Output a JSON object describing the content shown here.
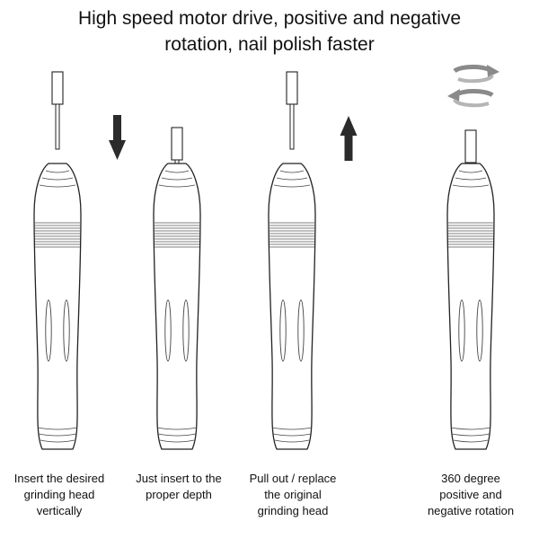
{
  "headline": {
    "line1": "High speed motor drive, positive and negative",
    "line2": "rotation, nail polish faster"
  },
  "steps": [
    {
      "caption": [
        "Insert the desired",
        "grinding head",
        "vertically"
      ],
      "arrow": "down-arrow"
    },
    {
      "caption": [
        "Just insert to the",
        "proper depth"
      ]
    },
    {
      "caption": [
        "Pull out / replace",
        "the original",
        "grinding head"
      ],
      "arrow": "up-arrow"
    },
    {
      "caption": [
        "360 degree",
        "positive and",
        "negative rotation"
      ],
      "arrow": "rotation-arrows"
    }
  ],
  "colors": {
    "outline": "#222222",
    "arrow": "#222222",
    "rotation_arrow": "#8a8a8a",
    "background": "#ffffff"
  }
}
